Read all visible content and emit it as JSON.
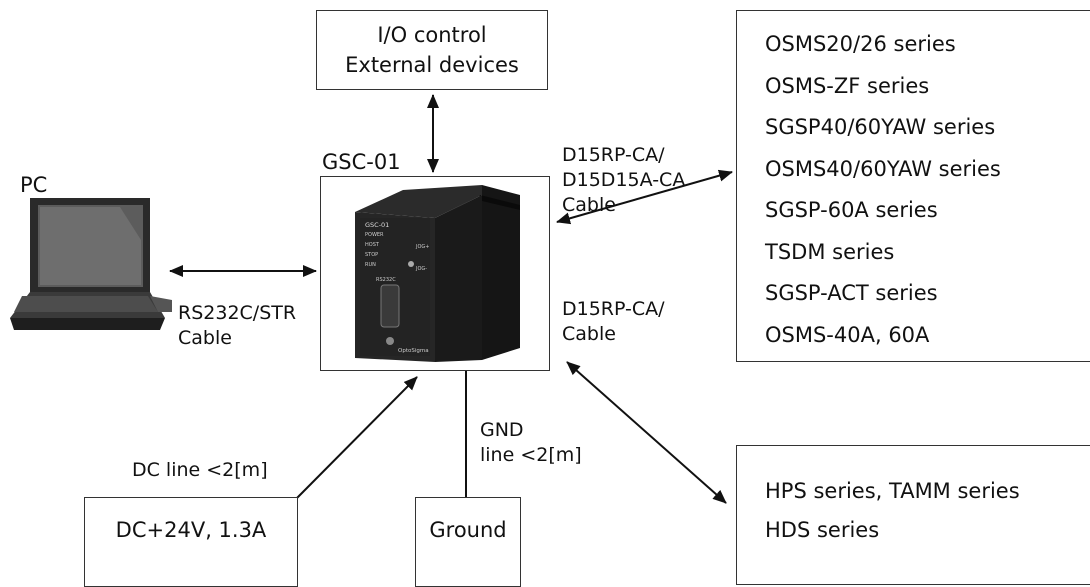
{
  "io_box": {
    "line1": "I/O control",
    "line2": "External devices"
  },
  "controller": {
    "label": "GSC-01"
  },
  "pc": {
    "label": "PC"
  },
  "rs232_cable": {
    "line1": "RS232C/STR",
    "line2": "Cable"
  },
  "upper_cable": {
    "line1": "D15RP-CA/",
    "line2": "D15D15A-CA",
    "line3": "Cable"
  },
  "lower_cable": {
    "line1": "D15RP-CA/",
    "line2": "Cable"
  },
  "series_list": [
    "OSMS20/26 series",
    "OSMS-ZF series",
    "SGSP40/60YAW series",
    "OSMS40/60YAW series",
    "SGSP-60A series",
    "TSDM series",
    "SGSP-ACT series",
    "OSMS-40A, 60A"
  ],
  "hps_list": [
    "HPS series, TAMM series",
    "HDS series"
  ],
  "dc_line": {
    "label": "DC line <2[m]"
  },
  "gnd_line": {
    "line1": "GND",
    "line2": "line <2[m]"
  },
  "dc_box": {
    "label": "DC+24V, 1.3A"
  },
  "ground_box": {
    "label": "Ground"
  },
  "panel": {
    "model": "GSC-01",
    "power": "POWER",
    "host": "HOST",
    "stop": "STOP",
    "run": "RUN",
    "jog_plus": "JOG+",
    "jog_minus": "JOG-",
    "rs232c": "RS232C",
    "brand": "OptoSigma"
  }
}
